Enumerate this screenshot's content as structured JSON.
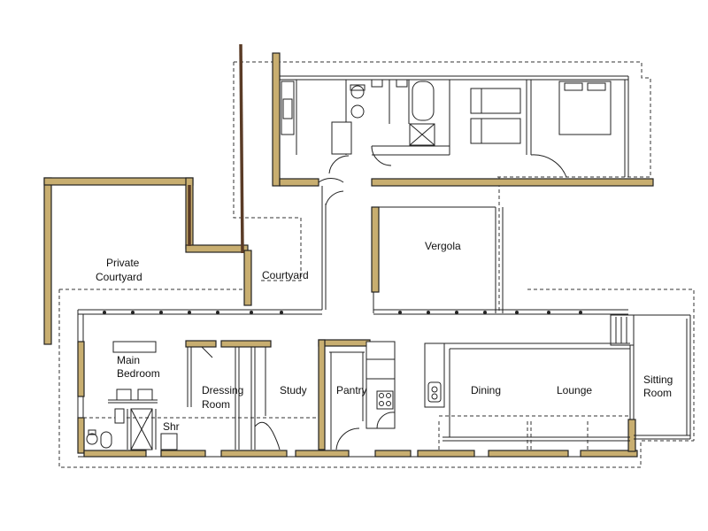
{
  "rooms": {
    "private_courtyard": [
      "Private",
      "Courtyard"
    ],
    "courtyard": "Courtyard",
    "vergola": "Vergola",
    "main_bedroom": [
      "Main",
      "Bedroom"
    ],
    "dressing_room": [
      "Dressing",
      "Room"
    ],
    "study": "Study",
    "pantry": "Pantry",
    "dining": "Dining",
    "lounge": "Lounge",
    "sitting_room": [
      "Sitting",
      "Room"
    ],
    "shower": "Shr"
  }
}
